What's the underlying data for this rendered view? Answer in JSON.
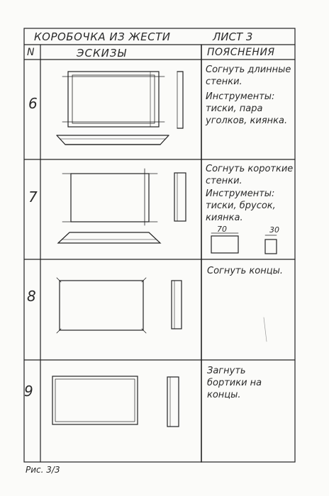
{
  "header": {
    "title": "КОРОБОЧКА ИЗ ЖЕСТИ",
    "sheet": "ЛИСТ 3"
  },
  "columns": {
    "number": "N",
    "sketches": "ЭСКИЗЫ",
    "notes": "ПОЯСНЕНИЯ"
  },
  "rows": [
    {
      "num": "6",
      "note": "Согнуть длинные стенки.",
      "tools": "Инструменты: тиски, пара уголков, киянка."
    },
    {
      "num": "7",
      "note": "Согнуть короткие стенки.",
      "tools": "Инструменты: тиски, брусок, киянка.",
      "dim_a": "70",
      "dim_b": "30"
    },
    {
      "num": "8",
      "note": "Согнуть концы."
    },
    {
      "num": "9",
      "note": "Загнуть бортики на концы."
    }
  ],
  "caption": "Рис. 3/3"
}
